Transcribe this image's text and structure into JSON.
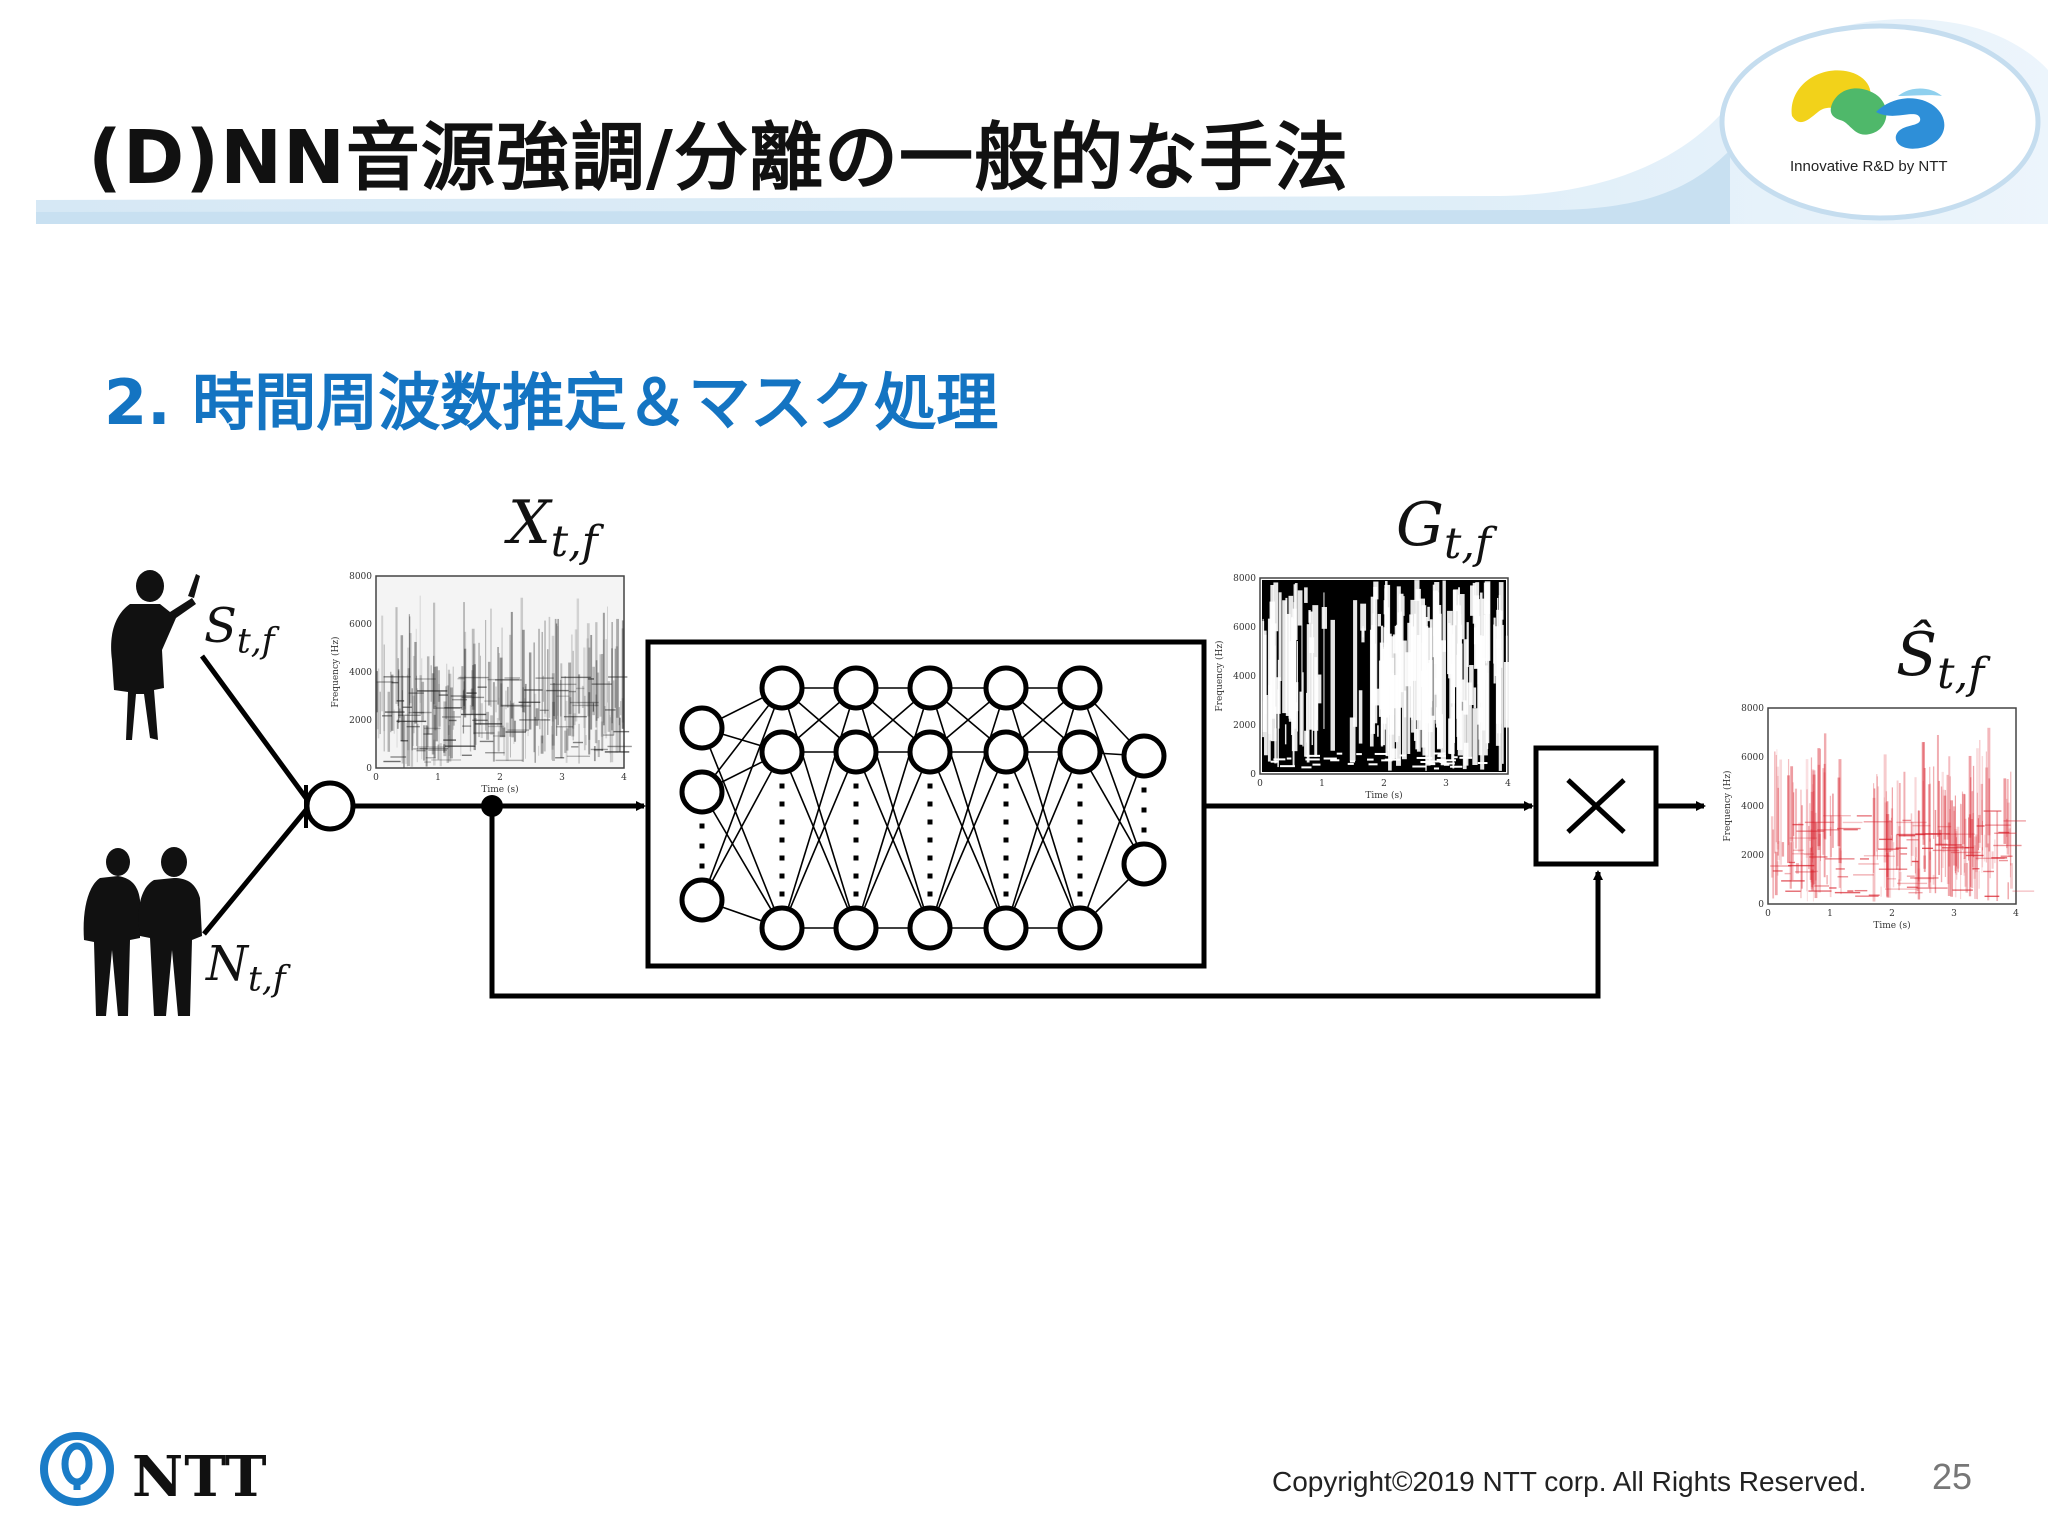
{
  "header": {
    "title": "(D)NN音源強調/分離の一般的な手法",
    "logo_tagline": "Innovative R&D by NTT"
  },
  "section": {
    "heading": "2. 時間周波数推定＆マスク処理"
  },
  "diagram": {
    "source_var": {
      "base": "S",
      "sub": "t,f"
    },
    "noise_var": {
      "base": "N",
      "sub": "t,f"
    },
    "input_var": {
      "base": "X",
      "sub": "t,f"
    },
    "mask_var": {
      "base": "G",
      "sub": "t,f"
    },
    "output_var": {
      "base": "Ŝ",
      "sub": "t,f"
    },
    "multiply_symbol": "×",
    "spectrogram": {
      "ylabel": "Frequency (Hz)",
      "xlabel": "Time (s)",
      "yticks": [
        "0",
        "2000",
        "4000",
        "6000",
        "8000"
      ],
      "xticks": [
        "0",
        "1",
        "2",
        "3",
        "4"
      ]
    }
  },
  "footer": {
    "brand": "NTT",
    "copyright": "Copyright©2019  NTT corp. All Rights Reserved.",
    "page_number": "25"
  },
  "colors": {
    "heading_blue": "#1474c2",
    "header_band": "#d6e9f6",
    "output_spectrogram": "#e0303a"
  }
}
